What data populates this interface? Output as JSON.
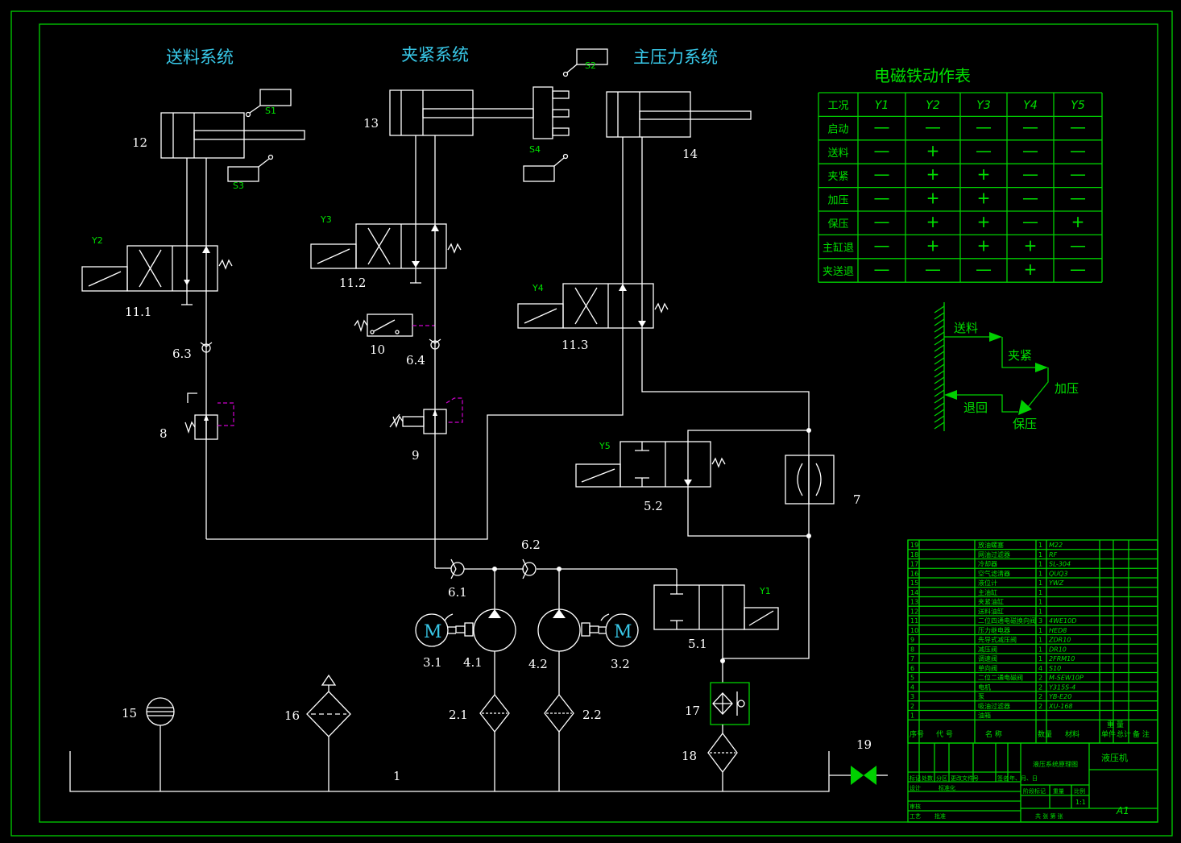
{
  "titles": {
    "feed": "送料系统",
    "clamp": "夹紧系统",
    "main_pressure": "主压力系统",
    "solenoid_table": "电磁铁动作表"
  },
  "component_labels": {
    "c12": "12",
    "c13": "13",
    "c14": "14",
    "c11_1": "11.1",
    "c11_2": "11.2",
    "c11_3": "11.3",
    "c6_1": "6.1",
    "c6_2": "6.2",
    "c6_3": "6.3",
    "c6_4": "6.4",
    "c8": "8",
    "c9": "9",
    "c10": "10",
    "c7": "7",
    "c5_1": "5.1",
    "c5_2": "5.2",
    "c3_1": "3.1",
    "c3_2": "3.2",
    "c4_1": "4.1",
    "c4_2": "4.2",
    "c2_1": "2.1",
    "c2_2": "2.2",
    "c15": "15",
    "c16": "16",
    "c17": "17",
    "c18": "18",
    "c19": "19",
    "c1": "1"
  },
  "signal_labels": {
    "s1": "S1",
    "s2": "S2",
    "s3": "S3",
    "s4": "S4",
    "y1": "Y1",
    "y2": "Y2",
    "y3": "Y3",
    "y4": "Y4",
    "y5": "Y5",
    "motor": "M"
  },
  "solenoid_table": {
    "headers": [
      "工况",
      "Y1",
      "Y2",
      "Y3",
      "Y4",
      "Y5"
    ],
    "rows": [
      [
        "启动",
        "—",
        "—",
        "—",
        "—",
        "—"
      ],
      [
        "送料",
        "—",
        "+",
        "—",
        "—",
        "—"
      ],
      [
        "夹紧",
        "—",
        "+",
        "+",
        "—",
        "—"
      ],
      [
        "加压",
        "—",
        "+",
        "+",
        "—",
        "—"
      ],
      [
        "保压",
        "—",
        "+",
        "+",
        "—",
        "+"
      ],
      [
        "主缸退",
        "—",
        "+",
        "+",
        "+",
        "—"
      ],
      [
        "夹送退",
        "—",
        "—",
        "—",
        "+",
        "—"
      ]
    ]
  },
  "cycle_diagram": {
    "steps": [
      "送料",
      "夹紧",
      "加压",
      "保压",
      "退回"
    ]
  },
  "bom": {
    "rows": [
      [
        "19",
        "",
        "放油螺塞",
        "1",
        "M22"
      ],
      [
        "18",
        "",
        "网油过滤器",
        "1",
        "RF"
      ],
      [
        "17",
        "",
        "冷却器",
        "1",
        "SL-304"
      ],
      [
        "16",
        "",
        "空气滤清器",
        "1",
        "QUQ3"
      ],
      [
        "15",
        "",
        "液位计",
        "1",
        "YWZ"
      ],
      [
        "14",
        "",
        "主油缸",
        "1",
        ""
      ],
      [
        "13",
        "",
        "夹紧油缸",
        "1",
        ""
      ],
      [
        "12",
        "",
        "送料油缸",
        "1",
        ""
      ],
      [
        "11",
        "",
        "二位四通电磁换向阀",
        "3",
        "4WE10D"
      ],
      [
        "10",
        "",
        "压力继电器",
        "1",
        "HED8"
      ],
      [
        "9",
        "",
        "先导式减压阀",
        "1",
        "ZDR10"
      ],
      [
        "8",
        "",
        "减压阀",
        "1",
        "DR10"
      ],
      [
        "7",
        "",
        "调速阀",
        "1",
        "2FRM10"
      ],
      [
        "6",
        "",
        "单向阀",
        "4",
        "S10"
      ],
      [
        "5",
        "",
        "二位二通电磁阀",
        "2",
        "M-SEW10P"
      ],
      [
        "4",
        "",
        "电机",
        "2",
        "Y315S-4"
      ],
      [
        "3",
        "",
        "泵",
        "2",
        "YB-E20"
      ],
      [
        "2",
        "",
        "吸油过滤器",
        "2",
        "XU-168"
      ],
      [
        "1",
        "",
        "油箱",
        "",
        ""
      ]
    ],
    "header": [
      "序号",
      "代 号",
      "名 称",
      "数量",
      "材料",
      "单件",
      "总计",
      "备 注"
    ],
    "weight": "重 量",
    "drawing_name": "液压系统原理图",
    "machine_name": "液压机",
    "scale": "1:1",
    "sheet_size": "A1",
    "title_cells": [
      "标记",
      "处数",
      "分区",
      "更改文件号",
      "签名",
      "年、月、日",
      "设计",
      "标准化",
      "阶段标记",
      "重量",
      "比例",
      "审核",
      "工艺",
      "批准",
      "共 张 第 张"
    ]
  }
}
